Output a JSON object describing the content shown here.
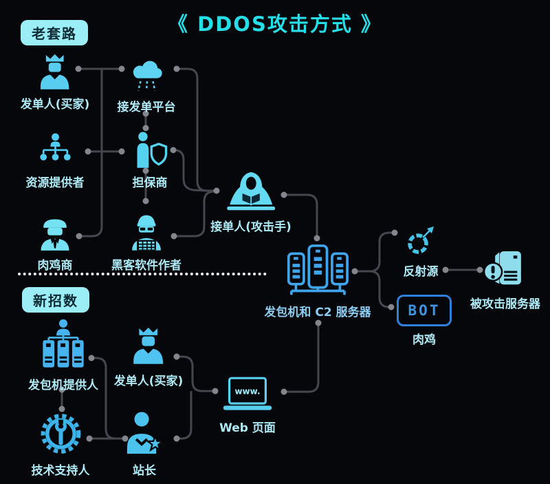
{
  "title": "《 DDOS攻击方式 》",
  "badges": {
    "old_school": "老套路",
    "new_tricks": "新招数"
  },
  "nodes": {
    "order_placer_top": {
      "label": "发单人(买家)"
    },
    "dispatch_platform": {
      "label": "接发单平台"
    },
    "resource_provider": {
      "label": "资源提供者"
    },
    "zombie_chicken_seller": {
      "label": "肉鸡商"
    },
    "guarantor": {
      "label": "担保商"
    },
    "hacker_software_author": {
      "label": "黑客软件作者"
    },
    "order_taker_attacker": {
      "label": "接单人(攻击手)"
    },
    "packet_sender_c2_server": {
      "label": "发包机和 C2 服务器"
    },
    "reflection_source": {
      "label": "反射源"
    },
    "bots": {
      "label": "肉鸡",
      "icon_text": "BOT"
    },
    "attacked_server": {
      "label": "被攻击服务器"
    },
    "packet_sender_provider": {
      "label": "发包机提供人"
    },
    "order_placer_bottom": {
      "label": "发单人(买家)"
    },
    "tech_support": {
      "label": "技术支持人"
    },
    "webmaster": {
      "label": "站长"
    },
    "web_page": {
      "label": "Web 页面",
      "icon_text": "www."
    }
  },
  "colors": {
    "background": "#06070b",
    "title": "#26dee8",
    "label": "#aeeaf5",
    "badge_bg": "#9ceef6",
    "badge_text": "#0b2a33",
    "connector": "#45464e",
    "connector_dot": "#84858d",
    "icon_cyan": "#5ad2f1",
    "icon_blue": "#3fa6ee",
    "bot_blue": "#2f80da",
    "attacked_server_cyan": "#8fdcec"
  }
}
